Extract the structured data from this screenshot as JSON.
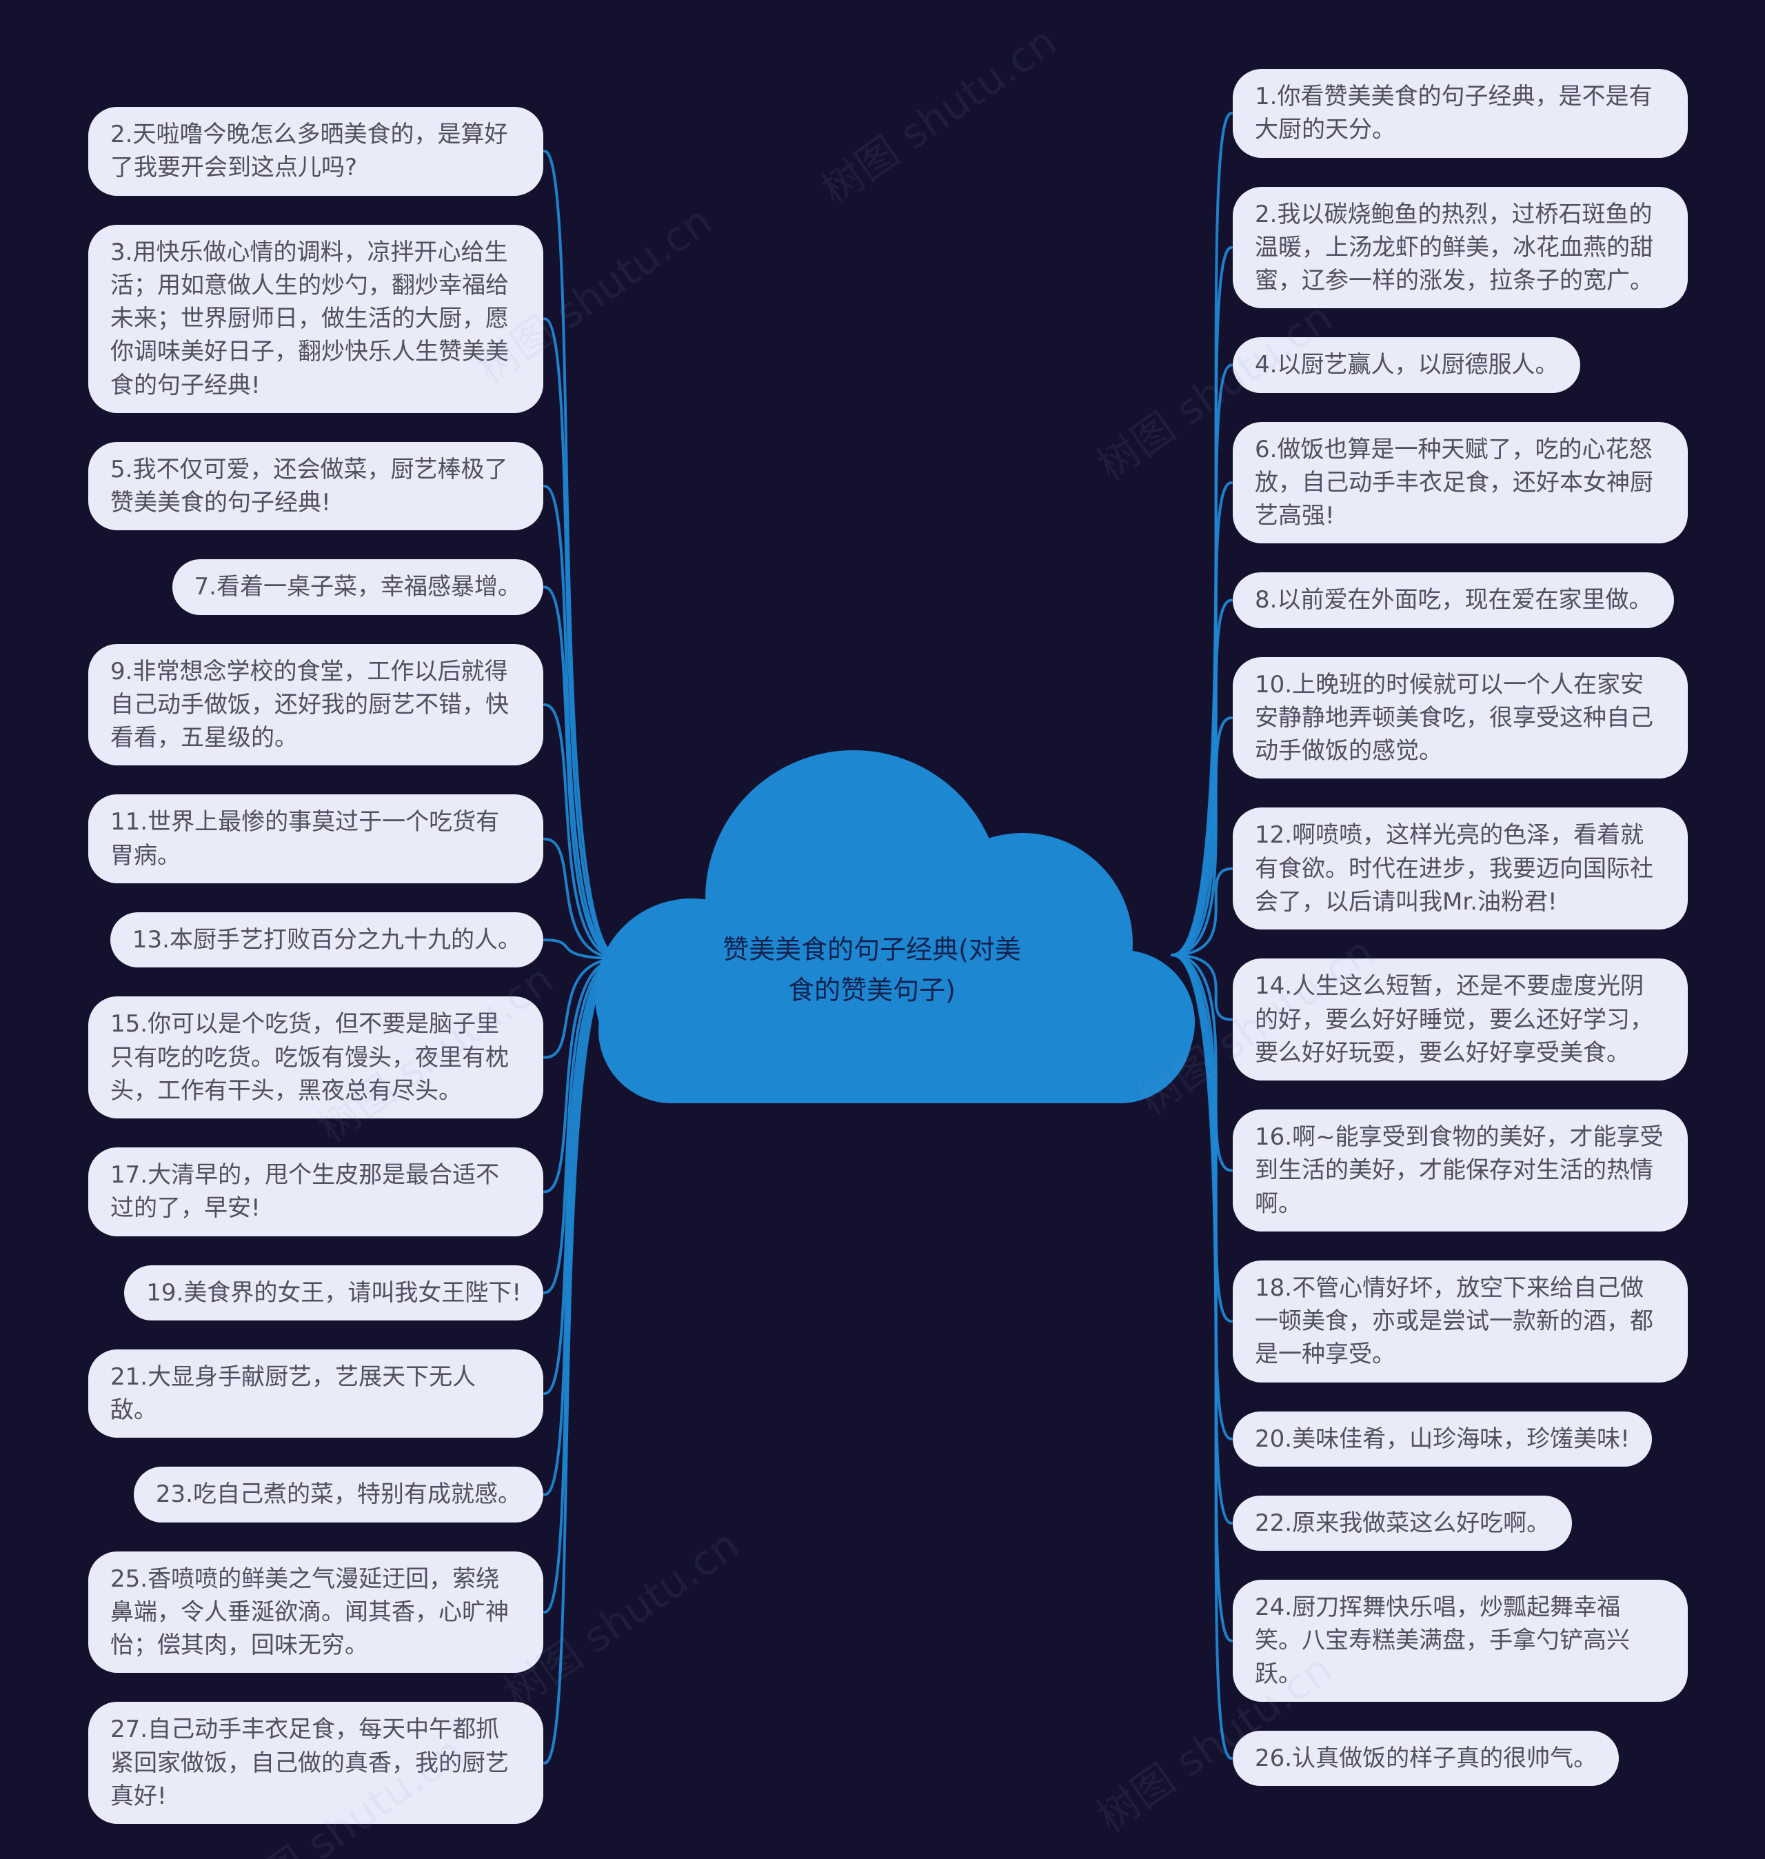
{
  "center": {
    "title": "赞美美食的句子经典(对美食的赞美句子)"
  },
  "watermark": {
    "text": "树图 shutu.cn"
  },
  "left_nodes": [
    {
      "text": "2.天啦噜今晚怎么多晒美食的，是算好了我要开会到这点儿吗?"
    },
    {
      "text": "3.用快乐做心情的调料，凉拌开心给生活；用如意做人生的炒勺，翻炒幸福给未来；世界厨师日，做生活的大厨，愿你调味美好日子，翻炒快乐人生赞美美食的句子经典!"
    },
    {
      "text": "5.我不仅可爱，还会做菜，厨艺棒极了赞美美食的句子经典!"
    },
    {
      "text": "7.看着一桌子菜，幸福感暴增。"
    },
    {
      "text": "9.非常想念学校的食堂，工作以后就得自己动手做饭，还好我的厨艺不错，快看看，五星级的。"
    },
    {
      "text": "11.世界上最惨的事莫过于一个吃货有胃病。"
    },
    {
      "text": "13.本厨手艺打败百分之九十九的人。"
    },
    {
      "text": "15.你可以是个吃货，但不要是脑子里只有吃的吃货。吃饭有馒头，夜里有枕头，工作有干头，黑夜总有尽头。"
    },
    {
      "text": "17.大清早的，甩个生皮那是最合适不过的了，早安!"
    },
    {
      "text": "19.美食界的女王，请叫我女王陛下!"
    },
    {
      "text": "21.大显身手献厨艺，艺展天下无人敌。"
    },
    {
      "text": "23.吃自己煮的菜，特别有成就感。"
    },
    {
      "text": "25.香喷喷的鲜美之气漫延迂回，萦绕鼻端，令人垂涎欲滴。闻其香，心旷神怡；偿其肉，回味无穷。"
    },
    {
      "text": "27.自己动手丰衣足食，每天中午都抓紧回家做饭，自己做的真香，我的厨艺真好!"
    }
  ],
  "right_nodes": [
    {
      "text": "1.你看赞美美食的句子经典，是不是有大厨的天分。"
    },
    {
      "text": "2.我以碳烧鲍鱼的热烈，过桥石斑鱼的温暖，上汤龙虾的鲜美，冰花血燕的甜蜜，辽参一样的涨发，拉条子的宽广。"
    },
    {
      "text": "4.以厨艺赢人，以厨德服人。"
    },
    {
      "text": "6.做饭也算是一种天赋了，吃的心花怒放，自己动手丰衣足食，还好本女神厨艺高强!"
    },
    {
      "text": "8.以前爱在外面吃，现在爱在家里做。"
    },
    {
      "text": "10.上晚班的时候就可以一个人在家安安静静地弄顿美食吃，很享受这种自己动手做饭的感觉。"
    },
    {
      "text": "12.啊喷喷，这样光亮的色泽，看着就有食欲。时代在进步，我要迈向国际社会了，以后请叫我Mr.油粉君!"
    },
    {
      "text": "14.人生这么短暂，还是不要虚度光阴的好，要么好好睡觉，要么还好学习，要么好好玩耍，要么好好享受美食。"
    },
    {
      "text": "16.啊~能享受到食物的美好，才能享受到生活的美好，才能保存对生活的热情啊。"
    },
    {
      "text": "18.不管心情好坏，放空下来给自己做一顿美食，亦或是尝试一款新的酒，都是一种享受。"
    },
    {
      "text": "20.美味佳肴，山珍海味，珍馐美味!"
    },
    {
      "text": "22.原来我做菜这么好吃啊。"
    },
    {
      "text": "24.厨刀挥舞快乐唱，炒瓢起舞幸福笑。八宝寿糕美满盘，手拿勺铲高兴跃。"
    },
    {
      "text": "26.认真做饭的样子真的很帅气。"
    }
  ],
  "colors": {
    "bg": "#14112f",
    "cloud": "#1d87d2",
    "link": "#1d87d2",
    "node_bg": "#e9ecf8",
    "node_text": "#50505f",
    "title_text": "#14224e",
    "watermark": "#8a93c4"
  }
}
